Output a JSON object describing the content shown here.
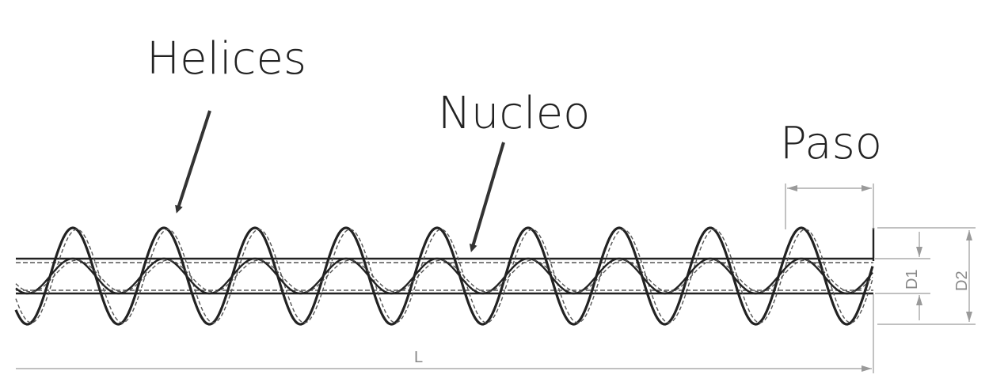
{
  "callouts": {
    "helices": "Helices",
    "nucleo": "Nucleo",
    "paso": "Paso"
  },
  "dimensions": {
    "length": "L",
    "inner_diameter": "D1",
    "outer_diameter": "D2"
  },
  "colors": {
    "ink": "#222222",
    "dimension": "#9a9a9a"
  },
  "helix": {
    "turns_visible": 9.5
  }
}
